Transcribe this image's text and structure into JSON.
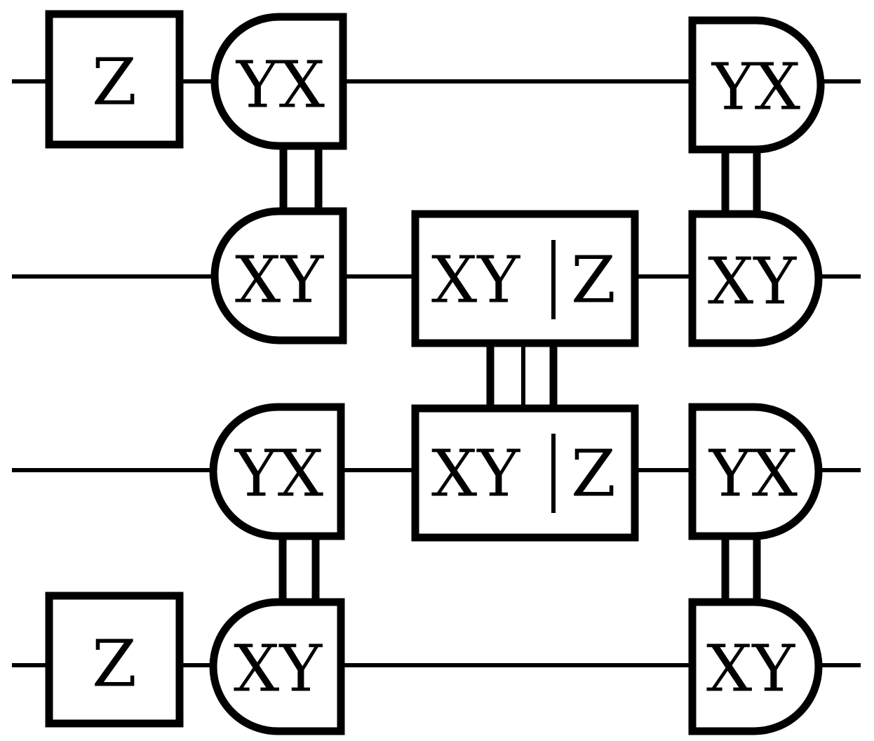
{
  "gates": {
    "z_top": "Z",
    "z_bottom": "Z",
    "q1_left": "YX",
    "q2_left": "XY",
    "q3_left": "YX",
    "q4_left": "XY",
    "q1_right": "YX",
    "q2_right": "XY",
    "q3_right": "YX",
    "q4_right": "XY",
    "mid_top": {
      "left": "XY",
      "right": "Z"
    },
    "mid_bottom": {
      "left": "XY",
      "right": "Z"
    }
  }
}
